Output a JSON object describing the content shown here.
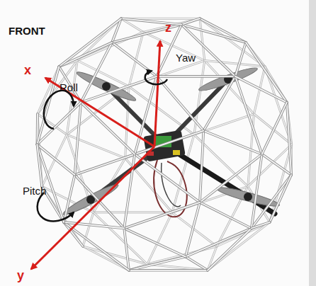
{
  "diagram": {
    "labels": [
      "FRONT",
      "x",
      "Roll",
      "z",
      "Yaw",
      "Pitch",
      "y"
    ]
  }
}
